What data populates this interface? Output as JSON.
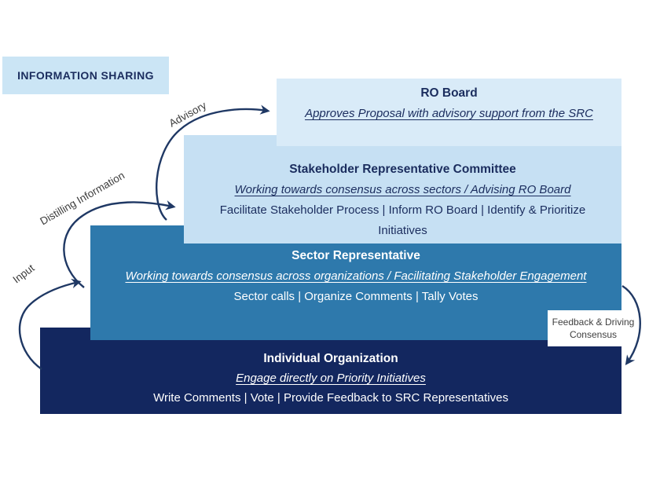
{
  "palette": {
    "header_bg": "#cbe5f5",
    "ro_board_bg": "#d9ebf8",
    "src_bg": "#c6e0f3",
    "sector_bg": "#2e79ac",
    "org_bg": "#13275f",
    "text_dark_navy": "#1b2d5e",
    "text_light": "#ffffff",
    "arrow": "#1f3864",
    "flow_label_text": "#3c3c3c",
    "feedback_label_bg": "#ffffff"
  },
  "header": {
    "label": "INFORMATION SHARING"
  },
  "boxes": [
    {
      "id": "ro-board",
      "title": "RO Board",
      "subtitle": "Approves Proposal with advisory support from the SRC",
      "body": ""
    },
    {
      "id": "stakeholder-representative-committee",
      "title": "Stakeholder Representative Committee",
      "subtitle": "Working towards consensus across sectors / Advising RO Board",
      "body": "Facilitate Stakeholder Process | Inform RO Board | Identify & Prioritize Initiatives"
    },
    {
      "id": "sector-representative",
      "title": "Sector Representative",
      "subtitle": "Working towards consensus across organizations / Facilitating Stakeholder Engagement",
      "body": "Sector calls | Organize Comments | Tally Votes"
    },
    {
      "id": "individual-organization",
      "title": "Individual Organization",
      "subtitle": "Engage directly on Priority Initiatives",
      "body": "Write Comments | Vote | Provide Feedback to SRC Representatives"
    }
  ],
  "flow_labels": {
    "input": "Input",
    "distilling": "Distilling Information",
    "advisory": "Advisory",
    "feedback": "Feedback & Driving Consensus"
  }
}
